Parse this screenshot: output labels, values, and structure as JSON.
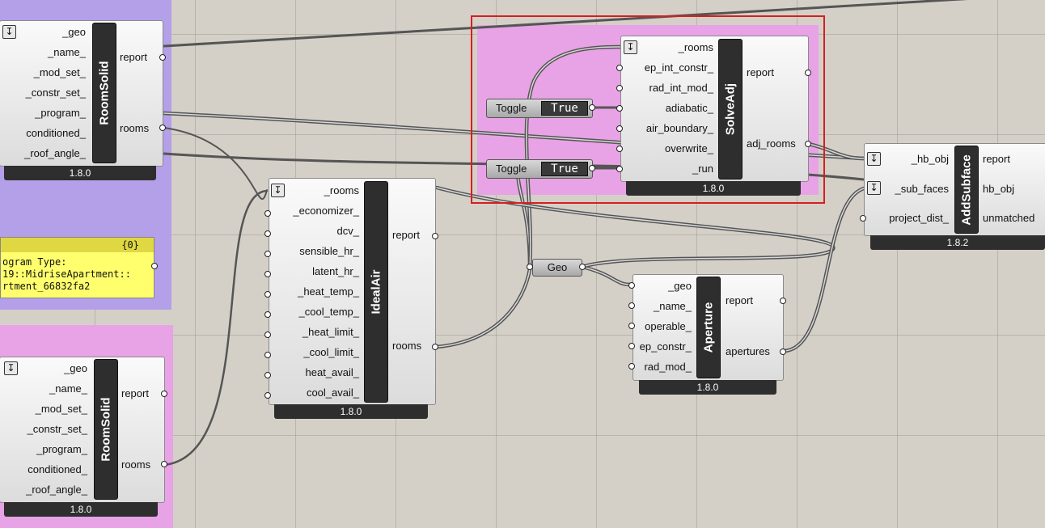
{
  "colors": {
    "canvas": "#d4d0c8",
    "group_purple": "#b4a0e8",
    "group_pink": "#e8a2e6",
    "selection": "#d81e1e",
    "panel": "#ffff6e"
  },
  "icons": {
    "input_arrow": "down-arrow-icon"
  },
  "components": {
    "roomsolid_top": {
      "name": "RoomSolid",
      "inputs": [
        "_geo",
        "_name_",
        "_mod_set_",
        "_constr_set_",
        "_program_",
        "conditioned_",
        "_roof_angle_"
      ],
      "outputs": [
        "report",
        "rooms"
      ],
      "version": "1.8.0"
    },
    "roomsolid_bottom": {
      "name": "RoomSolid",
      "inputs": [
        "_geo",
        "_name_",
        "_mod_set_",
        "_constr_set_",
        "_program_",
        "conditioned_",
        "_roof_angle_"
      ],
      "outputs": [
        "report",
        "rooms"
      ],
      "version": "1.8.0"
    },
    "idealair": {
      "name": "IdealAir",
      "inputs": [
        "_rooms",
        "_economizer_",
        "dcv_",
        "sensible_hr_",
        "latent_hr_",
        "_heat_temp_",
        "_cool_temp_",
        "_heat_limit_",
        "_cool_limit_",
        "heat_avail_",
        "cool_avail_"
      ],
      "outputs": [
        "report",
        "rooms"
      ],
      "version": "1.8.0"
    },
    "solveadj": {
      "name": "SolveAdj",
      "inputs": [
        "_rooms",
        "ep_int_constr_",
        "rad_int_mod_",
        "adiabatic_",
        "air_boundary_",
        "overwrite_",
        "_run"
      ],
      "outputs": [
        "report",
        "adj_rooms"
      ],
      "version": "1.8.0"
    },
    "addsubface": {
      "name": "AddSubface",
      "inputs": [
        "_hb_obj",
        "_sub_faces",
        "project_dist_"
      ],
      "outputs": [
        "report",
        "hb_obj",
        "unmatched"
      ],
      "version": "1.8.2"
    },
    "aperture": {
      "name": "Aperture",
      "inputs": [
        "_geo",
        "_name_",
        "operable_",
        "ep_constr_",
        "rad_mod_"
      ],
      "outputs": [
        "report",
        "apertures"
      ],
      "version": "1.8.0"
    }
  },
  "toggles": [
    {
      "label": "Toggle",
      "value": "True"
    },
    {
      "label": "Toggle",
      "value": "True"
    }
  ],
  "geo_param": {
    "label": "Geo"
  },
  "panel": {
    "count": "{0}",
    "lines": [
      "ogram Type:",
      "19::MidriseApartment::",
      "rtment_66832fa2"
    ]
  }
}
